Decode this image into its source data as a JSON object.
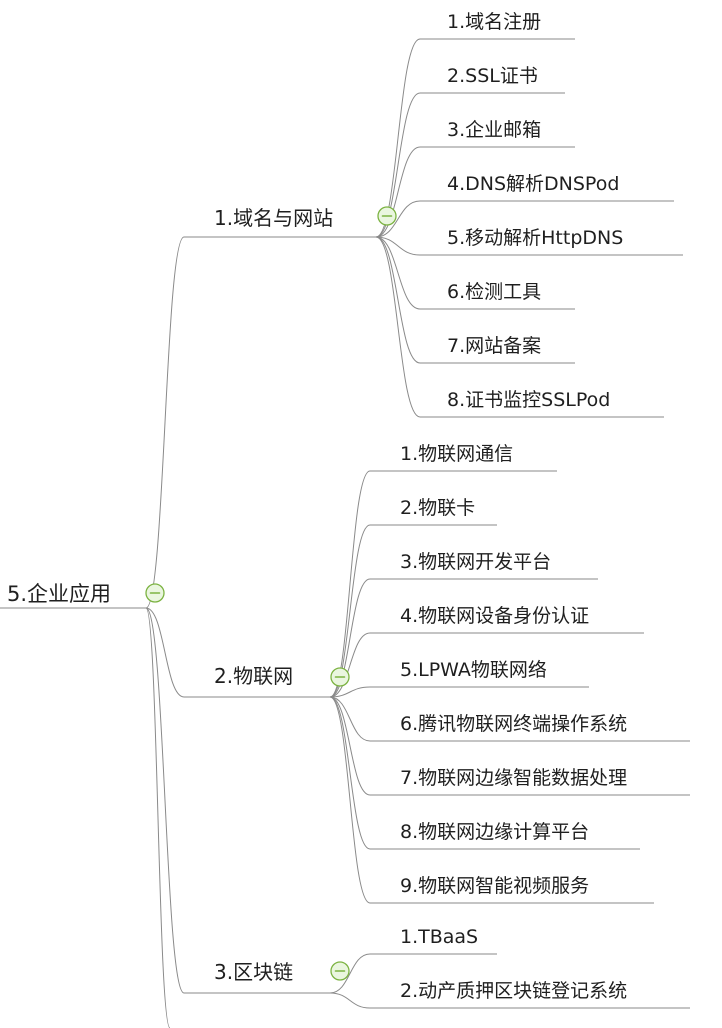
{
  "root": {
    "label": "5.企业应用"
  },
  "branches": [
    {
      "label": "1.域名与网站",
      "children": [
        "1.域名注册",
        "2.SSL证书",
        "3.企业邮箱",
        "4.DNS解析DNSPod",
        "5.移动解析HttpDNS",
        "6.检测工具",
        "7.网站备案",
        "8.证书监控SSLPod"
      ]
    },
    {
      "label": "2.物联网",
      "children": [
        "1.物联网通信",
        "2.物联卡",
        "3.物联网开发平台",
        "4.物联网设备身份认证",
        "5.LPWA物联网络",
        "6.腾讯物联网终端操作系统",
        "7.物联网边缘智能数据处理",
        "8.物联网边缘计算平台",
        "9.物联网智能视频服务"
      ]
    },
    {
      "label": "3.区块链",
      "children": [
        "1.TBaaS",
        "2.动产质押区块链登记系统"
      ]
    }
  ],
  "colors": {
    "line": "#8a8a8a",
    "toggle_stroke": "#7cb342",
    "toggle_fill": "#eaf6df",
    "text": "#1f1f1f"
  },
  "icons": {
    "collapse": "minus-circle-icon"
  }
}
